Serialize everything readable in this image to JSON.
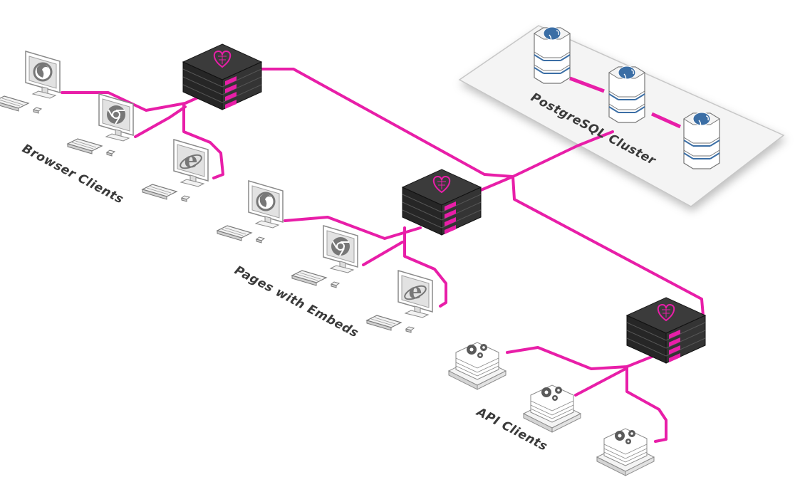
{
  "labels": {
    "browser_clients": "Browser Clients",
    "pages_with_embeds": "Pages with Embeds",
    "api_clients": "API Clients",
    "postgres_cluster": "PostgreSQL Cluster"
  },
  "colors": {
    "link": "#e81ea8",
    "server_body": "#2e2e2e",
    "server_top": "#3b3b3b",
    "server_led": "#e81ea8",
    "platform": "#f5f5f5",
    "db_accent": "#3b6ea5",
    "label_text": "#3a3a3a"
  },
  "icons": {
    "server": "metabase-server-icon",
    "database": "postgresql-elephant-icon",
    "browser_firefox": "firefox-icon",
    "browser_chrome": "chrome-icon",
    "browser_ie": "internet-explorer-icon",
    "api": "gears-icon"
  }
}
